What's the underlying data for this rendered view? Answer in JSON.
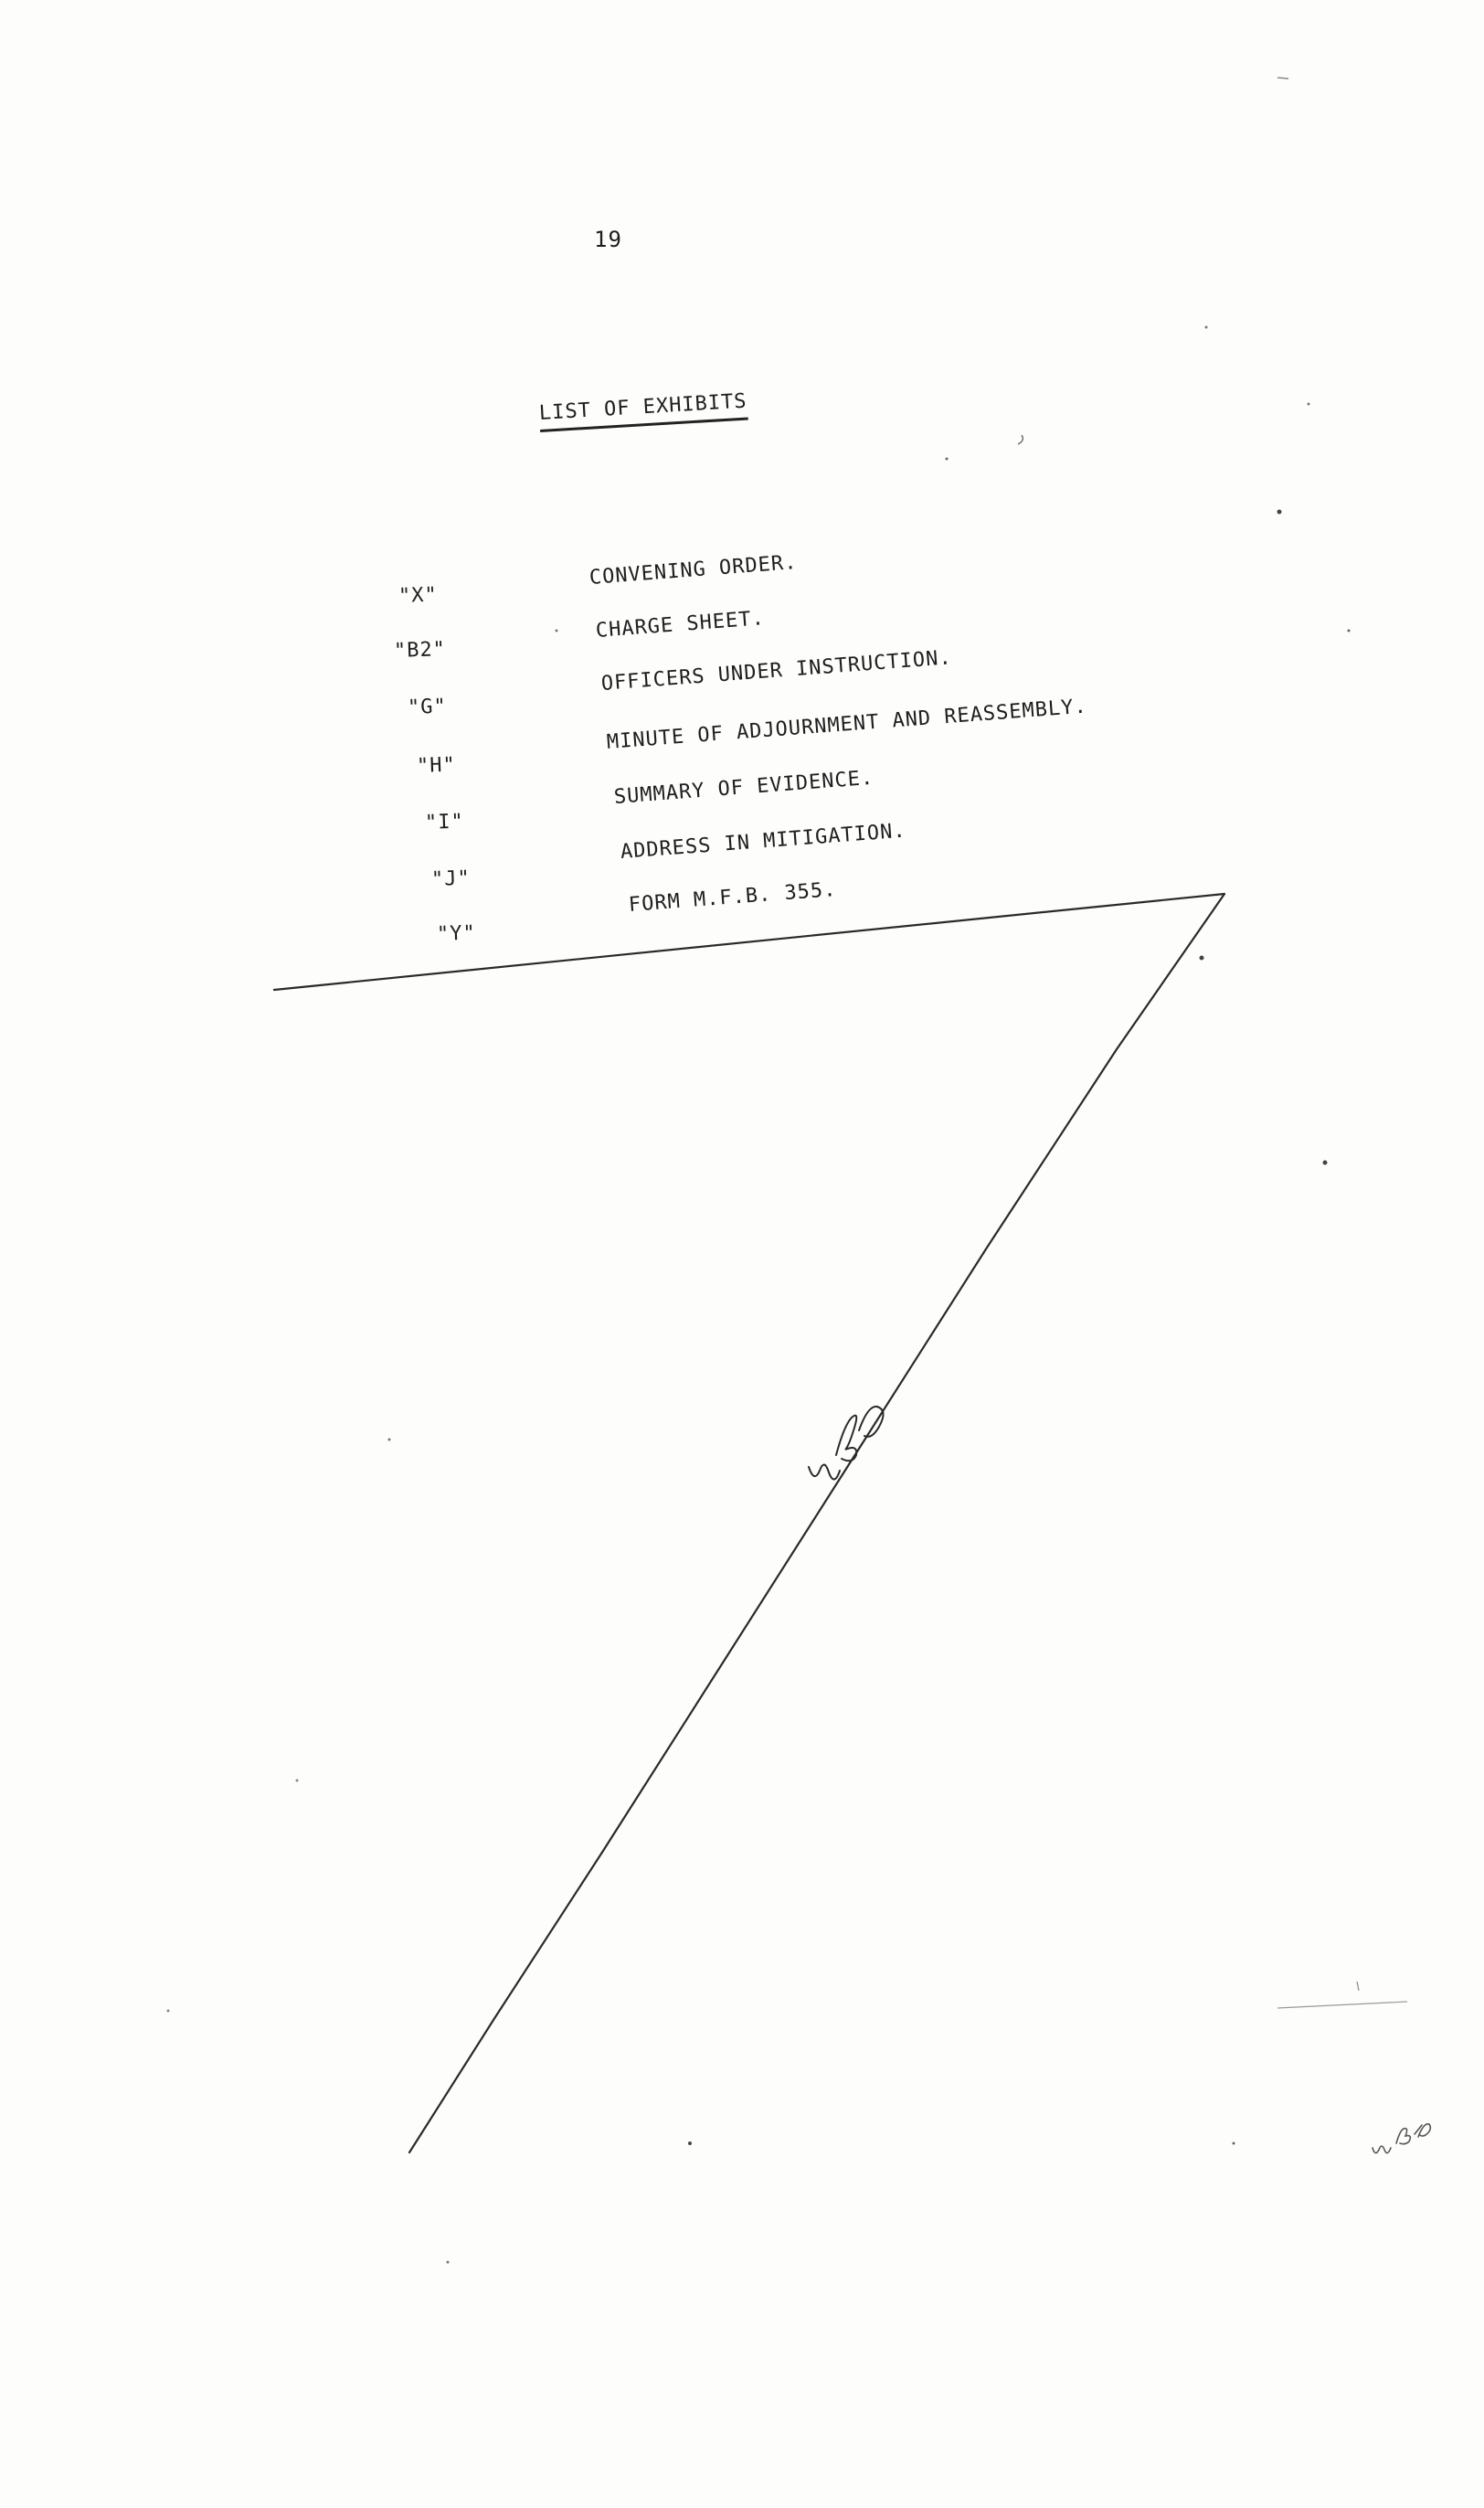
{
  "document": {
    "page_number": "19",
    "title": "LIST OF EXHIBITS",
    "exhibits": [
      {
        "code": "\"X\"",
        "description": "CONVENING ORDER."
      },
      {
        "code": "\"B2\"",
        "description": "CHARGE SHEET."
      },
      {
        "code": "\"G\"",
        "description": "OFFICERS UNDER INSTRUCTION."
      },
      {
        "code": "\"H\"",
        "description": "MINUTE OF ADJOURNMENT AND REASSEMBLY."
      },
      {
        "code": "\"I\"",
        "description": "SUMMARY OF EVIDENCE."
      },
      {
        "code": "\"J\"",
        "description": "ADDRESS IN MITIGATION."
      },
      {
        "code": "\"Y\"",
        "description": "FORM M.F.B. 355."
      }
    ],
    "handwritten_initials": "wBD",
    "corner_initials": "wBD"
  }
}
